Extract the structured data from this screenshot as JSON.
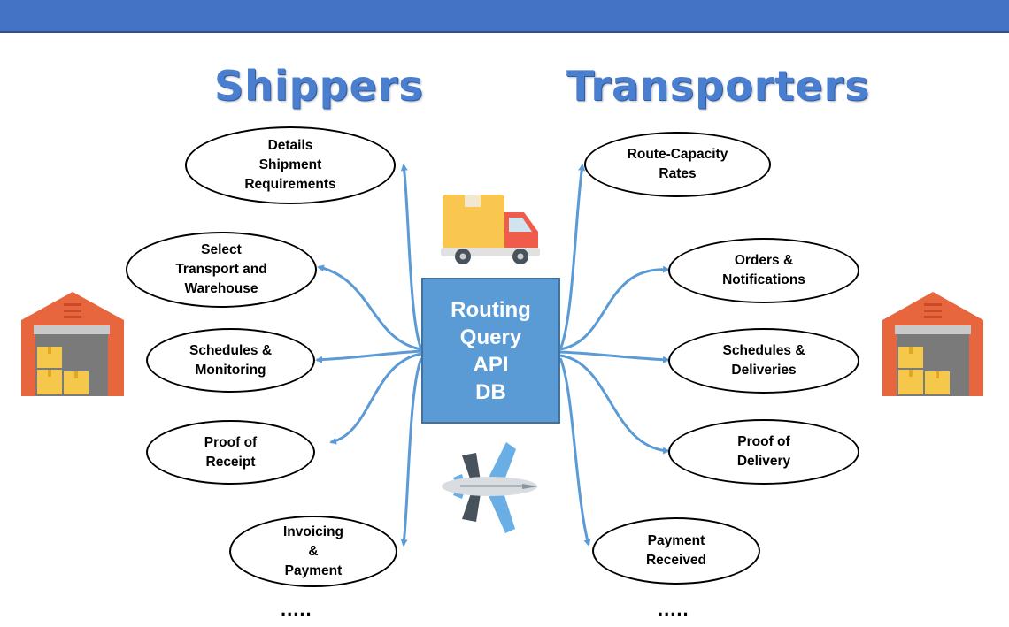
{
  "header": {
    "title": ""
  },
  "titles": {
    "left": "Shippers",
    "right": "Transporters"
  },
  "hub": {
    "label": "Routing\nQuery\nAPI\nDB"
  },
  "shippers": [
    {
      "label": "Details\nShipment\nRequirements"
    },
    {
      "label": "Select\nTransport and\nWarehouse"
    },
    {
      "label": "Schedules &\nMonitoring"
    },
    {
      "label": "Proof of\nReceipt"
    },
    {
      "label": "Invoicing\n&\nPayment"
    }
  ],
  "transporters": [
    {
      "label": "Route-Capacity\nRates"
    },
    {
      "label": "Orders &\nNotifications"
    },
    {
      "label": "Schedules &\nDeliveries"
    },
    {
      "label": "Proof of\nDelivery"
    },
    {
      "label": "Payment\nReceived"
    }
  ],
  "ellipsis": {
    "left": ".....",
    "right": "....."
  },
  "icons": {
    "left_warehouse": "warehouse-icon",
    "right_warehouse": "warehouse-icon",
    "truck": "truck-icon",
    "airplane": "airplane-icon"
  },
  "colors": {
    "header_bar": "#4472c4",
    "title_text": "#4a7fd0",
    "hub_fill": "#5b9bd5",
    "connector": "#5b9bd5",
    "warehouse_roof": "#e8663d",
    "box": "#f5c74a",
    "truck_cargo": "#f9c74f",
    "truck_cab": "#ef5d4a"
  }
}
